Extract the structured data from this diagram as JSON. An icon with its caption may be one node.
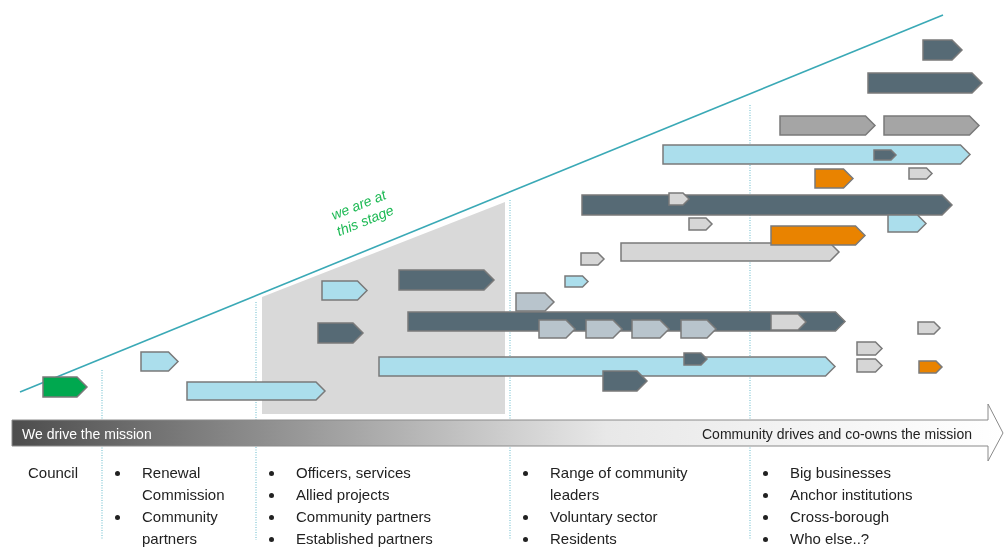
{
  "diagram": {
    "nodes": [
      {
        "text": [
          "We drive the mission",
          "Community drives and co-owns the mission"
        ]
      }
    ],
    "labels": [
      "we are at this stage",
      "Council",
      "Renewal Commission",
      "Community partners",
      "Officers, services",
      "Allied projects",
      "Community partners",
      "Established partners",
      "Range of community leaders",
      "Voluntary sector",
      "Residents",
      "Big businesses",
      "Anchor institutions",
      "Cross-borough",
      "Who else..?"
    ]
  }
}
